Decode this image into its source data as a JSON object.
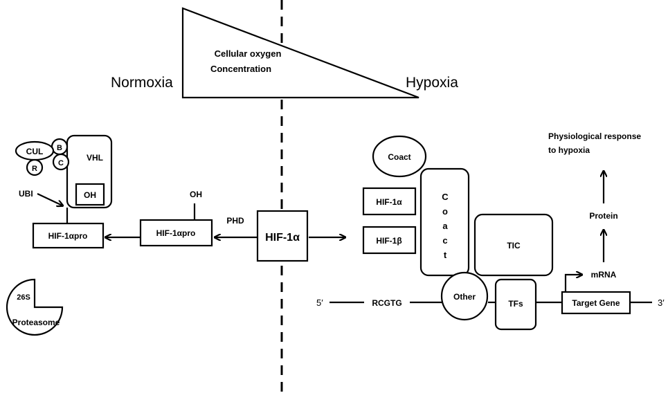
{
  "gradient": {
    "label_line1": "Cellular oxygen",
    "label_line2": "Concentration",
    "left_label": "Normoxia",
    "right_label": "Hypoxia"
  },
  "normoxia": {
    "cul": "CUL",
    "b": "B",
    "c": "C",
    "r": "R",
    "vhl": "VHL",
    "oh_bound": "OH",
    "ubi": "UBI",
    "hif_pro_bound": "HIF-1αpro",
    "hif_pro_free": "HIF-1αpro",
    "oh_free": "OH",
    "phd": "PHD",
    "proteasome_num": "26S",
    "proteasome": "Proteasome"
  },
  "center": {
    "hif1a": "HIF-1α"
  },
  "hypoxia": {
    "coact_top": "Coact",
    "hif1a": "HIF-1α",
    "hif1b": "HIF-1β",
    "coact_vertical": [
      "C",
      "o",
      "a",
      "c",
      "t"
    ],
    "tic": "TIC",
    "other": "Other",
    "tfs": "TFs",
    "five_prime": "5′",
    "rcgtg": "RCGTG",
    "target_gene": "Target Gene",
    "three_prime": "3′",
    "mrna": "mRNA",
    "protein": "Protein",
    "response_line1": "Physiological response",
    "response_line2": "to hypoxia"
  }
}
